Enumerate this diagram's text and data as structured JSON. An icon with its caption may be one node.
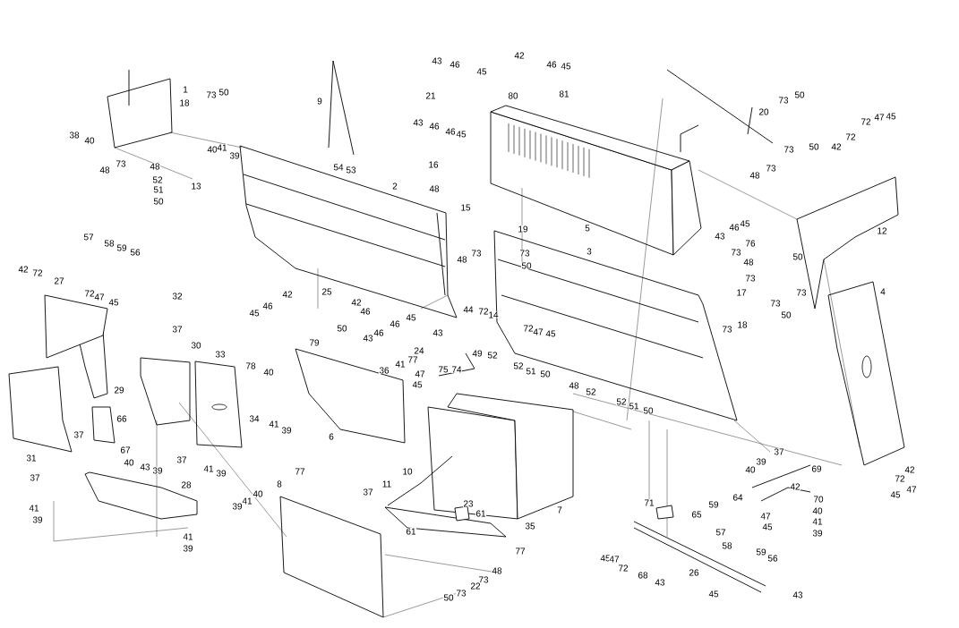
{
  "diagram": {
    "labels": [
      "43",
      "46",
      "42",
      "46",
      "45",
      "45",
      "21",
      "80",
      "81",
      "1",
      "73",
      "50",
      "18",
      "9",
      "50",
      "73",
      "20",
      "38",
      "40",
      "43",
      "46",
      "46",
      "45",
      "48",
      "73",
      "40",
      "41",
      "39",
      "48",
      "13",
      "52",
      "51",
      "50",
      "54",
      "53",
      "16",
      "48",
      "72",
      "47",
      "45",
      "72",
      "73",
      "50",
      "42",
      "48",
      "73",
      "2",
      "15",
      "19",
      "5",
      "48",
      "73",
      "73",
      "50",
      "3",
      "43",
      "46",
      "45",
      "12",
      "76",
      "73",
      "48",
      "73",
      "50",
      "17",
      "73",
      "73",
      "50",
      "18",
      "73",
      "4",
      "57",
      "58",
      "59",
      "56",
      "42",
      "72",
      "27",
      "72",
      "47",
      "45",
      "32",
      "42",
      "25",
      "42",
      "45",
      "46",
      "46",
      "37",
      "50",
      "30",
      "33",
      "79",
      "78",
      "40",
      "29",
      "34",
      "41",
      "39",
      "66",
      "31",
      "37",
      "67",
      "37",
      "41",
      "39",
      "40",
      "43",
      "39",
      "28",
      "37",
      "41",
      "39",
      "41",
      "39",
      "44",
      "72",
      "14",
      "72",
      "47",
      "45",
      "43",
      "46",
      "46",
      "45",
      "43",
      "24",
      "36",
      "41",
      "77",
      "75",
      "74",
      "47",
      "45",
      "49",
      "52",
      "52",
      "51",
      "50",
      "48",
      "52",
      "52",
      "51",
      "50",
      "6",
      "10",
      "11",
      "37",
      "23",
      "61",
      "7",
      "35",
      "61",
      "77",
      "77",
      "8",
      "39",
      "41",
      "40",
      "48",
      "73",
      "73",
      "22",
      "50",
      "37",
      "39",
      "40",
      "69",
      "42",
      "64",
      "70",
      "59",
      "65",
      "40",
      "47",
      "41",
      "45",
      "57",
      "39",
      "58",
      "59",
      "56",
      "71",
      "45",
      "47",
      "72",
      "42",
      "26",
      "45",
      "47",
      "72",
      "68",
      "43",
      "45",
      "43"
    ]
  }
}
